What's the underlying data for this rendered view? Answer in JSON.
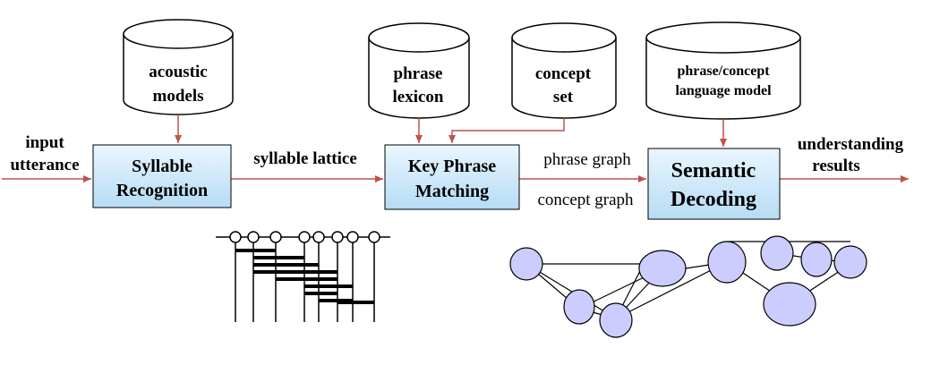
{
  "labels": {
    "input_line1": "input",
    "input_line2": "utterance",
    "syllable_lattice": "syllable lattice",
    "phrase_graph": "phrase graph",
    "concept_graph": "concept graph",
    "output_line1": "understanding",
    "output_line2": "results"
  },
  "databases": {
    "acoustic": {
      "line1": "acoustic",
      "line2": "models"
    },
    "lexicon": {
      "line1": "phrase",
      "line2": "lexicon"
    },
    "concept": {
      "line1": "concept",
      "line2": "set"
    },
    "lm": {
      "line1": "phrase/concept",
      "line2": "language model"
    }
  },
  "modules": {
    "syllable": {
      "line1": "Syllable",
      "line2": "Recognition"
    },
    "keyphrase": {
      "line1": "Key Phrase",
      "line2": "Matching"
    },
    "semantic": {
      "line1": "Semantic",
      "line2": "Decoding"
    }
  },
  "colors": {
    "arrow": "#c0504d",
    "box_top": "#e4f3fd",
    "box_bottom": "#b9def6",
    "node_fill": "#ccccff",
    "line": "#000000"
  }
}
